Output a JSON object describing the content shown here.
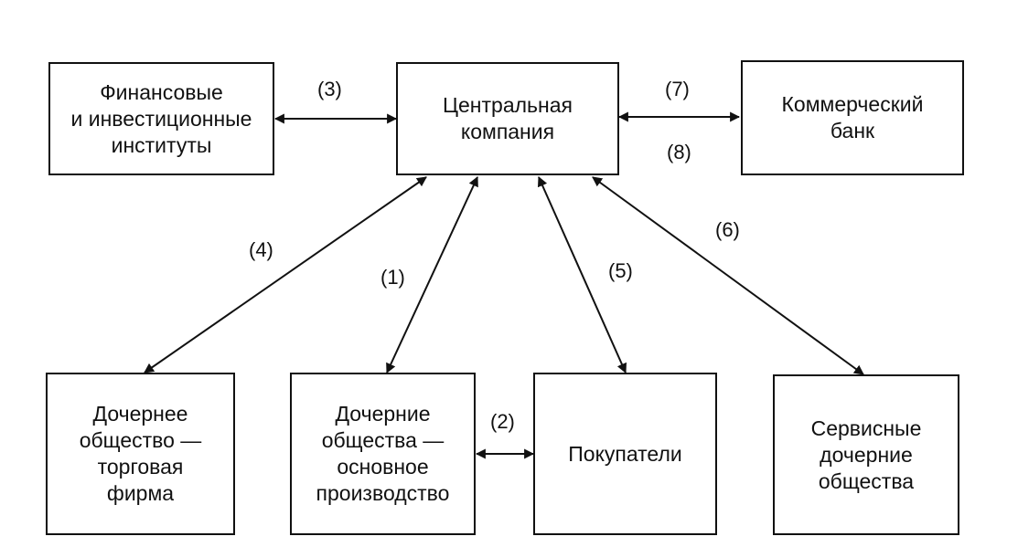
{
  "nodes": {
    "finance": {
      "label": "Финансовые\nи инвестиционные\nинституты"
    },
    "central": {
      "label": "Центральная\nкомпания"
    },
    "bank": {
      "label": "Коммерческий\nбанк"
    },
    "trading": {
      "label": "Дочернее\nобщество —\nторговая\nфирма"
    },
    "production": {
      "label": "Дочерние\nобщества —\nосновное\nпроизводство"
    },
    "buyers": {
      "label": "Покупатели"
    },
    "service": {
      "label": "Сервисные\nдочерние\nобщества"
    }
  },
  "edge_labels": {
    "e1": "(1)",
    "e2": "(2)",
    "e3": "(3)",
    "e4": "(4)",
    "e5": "(5)",
    "e6": "(6)",
    "e7": "(7)",
    "e8": "(8)"
  },
  "edges": [
    {
      "id": "edge-1",
      "from": "central",
      "to": "production",
      "bidirectional": true
    },
    {
      "id": "edge-2",
      "from": "production",
      "to": "buyers",
      "bidirectional": true
    },
    {
      "id": "edge-3",
      "from": "finance",
      "to": "central",
      "bidirectional": true
    },
    {
      "id": "edge-4",
      "from": "central",
      "to": "trading",
      "bidirectional": true
    },
    {
      "id": "edge-5",
      "from": "central",
      "to": "buyers",
      "bidirectional": true
    },
    {
      "id": "edge-6",
      "from": "central",
      "to": "service",
      "bidirectional": true
    },
    {
      "id": "edge-7-8",
      "from": "central",
      "to": "bank",
      "bidirectional": true
    }
  ],
  "colors": {
    "stroke": "#111111",
    "background": "#ffffff"
  }
}
